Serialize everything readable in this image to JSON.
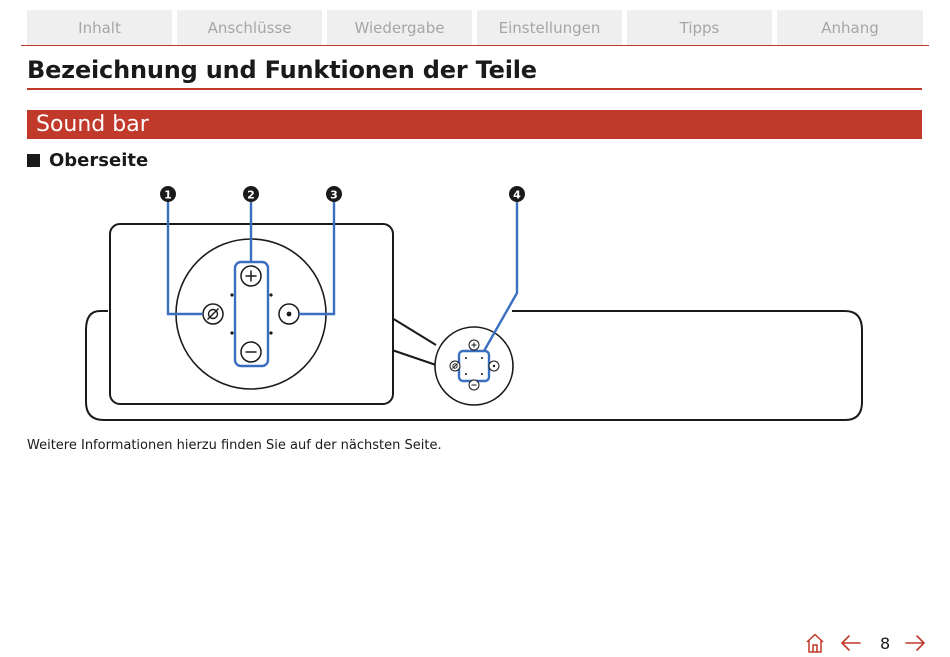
{
  "tabs": [
    "Inhalt",
    "Anschlüsse",
    "Wiedergabe",
    "Einstellungen",
    "Tipps",
    "Anhang"
  ],
  "page_title": "Bezeichnung und Funktionen der Teile",
  "section_title": "Sound bar",
  "sub_heading": "Oberseite",
  "callouts": [
    "1",
    "2",
    "3",
    "4"
  ],
  "note": "Weitere Informationen hierzu finden Sie auf der nächsten Seite.",
  "footer": {
    "page_number": "8",
    "home_icon": "home-icon",
    "prev_icon": "arrow-left-icon",
    "next_icon": "arrow-right-icon"
  },
  "colors": {
    "accent": "#c0392b",
    "callout_line": "#3a6fc0",
    "tab_bg": "#efefef",
    "tab_text": "#a6a6a6"
  }
}
